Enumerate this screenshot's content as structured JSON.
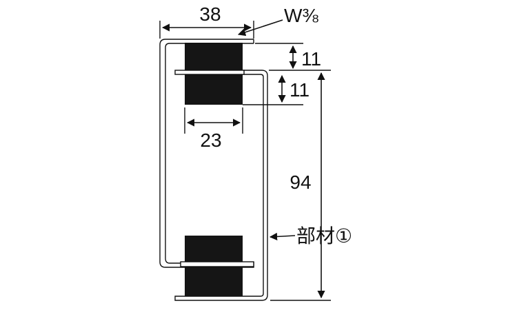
{
  "dimensions": {
    "width": "38",
    "thread": "W⅜",
    "upper_gap": "11",
    "lower_gap": "11",
    "roller_diameter": "23",
    "height": "94"
  },
  "labels": {
    "member": "部材①"
  },
  "colors": {
    "line": "#111111",
    "roller_fill": "#151515",
    "bracket_fill": "#ffffff"
  }
}
